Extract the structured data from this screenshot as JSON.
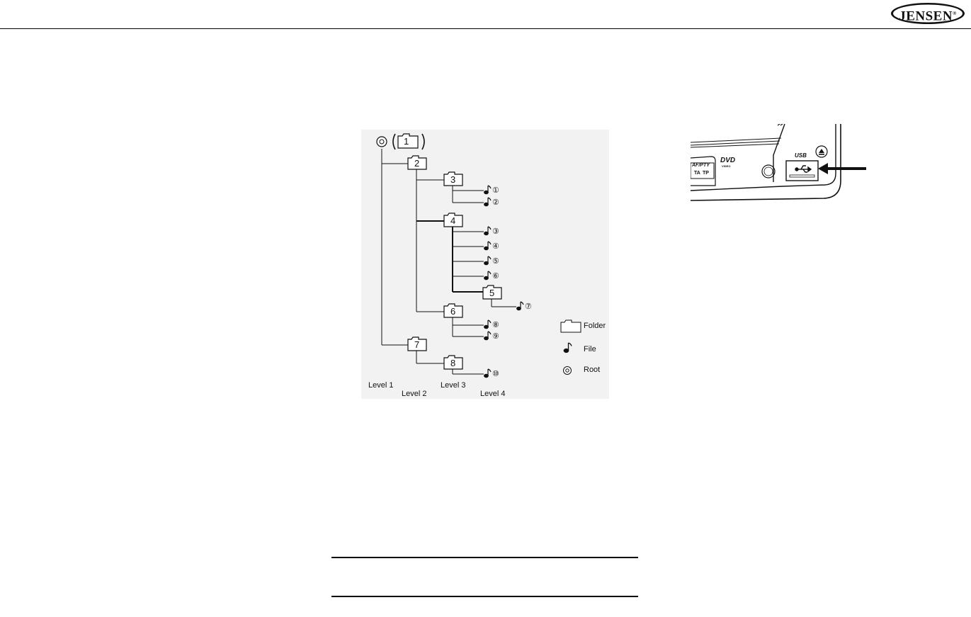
{
  "brand": {
    "logo_text": "JENSEN",
    "registered_mark": "®"
  },
  "folder_tree": {
    "folders": [
      "1",
      "2",
      "3",
      "4",
      "5",
      "6",
      "7",
      "8"
    ],
    "files": [
      "①",
      "②",
      "③",
      "④",
      "⑤",
      "⑥",
      "⑦",
      "⑧",
      "⑨",
      "⑩"
    ],
    "levels": [
      "Level 1",
      "Level 2",
      "Level 3",
      "Level 4"
    ],
    "legend": [
      {
        "icon": "folder-icon",
        "label": "Folder"
      },
      {
        "icon": "note-icon",
        "label": "File"
      },
      {
        "icon": "root-icon",
        "label": "Root"
      }
    ]
  },
  "device_panel": {
    "labels": {
      "afpty": "AF/PTY",
      "ta": "TA",
      "tp": "TP",
      "dvd": "DVD",
      "dvd_sub": "VIDEO",
      "usb": "USB"
    }
  },
  "colors": {
    "diagram_bg": "#f2f2f2",
    "line": "#111111"
  }
}
